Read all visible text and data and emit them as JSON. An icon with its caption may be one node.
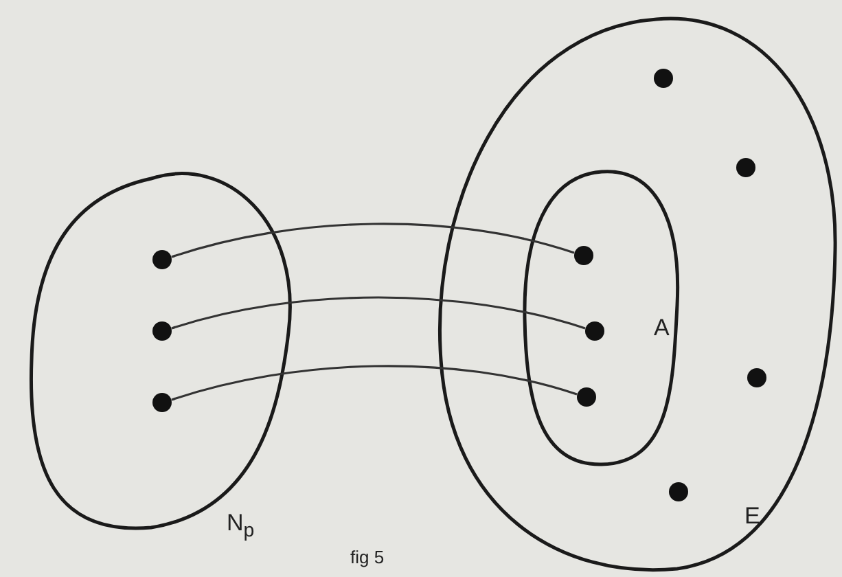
{
  "diagram": {
    "caption": "fig 5",
    "nodes": [
      {
        "text": [
          "N$_{p}$"
        ]
      },
      {
        "text": [],
        "shape": "circle",
        "in": 0
      },
      {
        "text": [],
        "shape": "circle",
        "in": 0
      },
      {
        "text": [],
        "shape": "circle",
        "in": 0
      },
      {
        "text": [
          "E"
        ]
      },
      {
        "text": [
          "A"
        ],
        "in": 4
      },
      {
        "text": [],
        "shape": "circle",
        "in": 4
      },
      {
        "text": [],
        "shape": "circle",
        "in": 4
      },
      {
        "text": [],
        "shape": "circle",
        "in": 5
      },
      {
        "text": [],
        "shape": "circle",
        "in": 5
      },
      {
        "text": [],
        "shape": "circle",
        "in": 5
      },
      {
        "text": [],
        "shape": "circle",
        "in": 4
      },
      {
        "text": [],
        "shape": "circle",
        "in": 4
      }
    ],
    "edges": [
      {
        "from": 1,
        "to": 8,
        "arrow": "none"
      },
      {
        "from": 2,
        "to": 9,
        "arrow": "none"
      },
      {
        "from": 3,
        "to": 10,
        "arrow": "none"
      }
    ]
  }
}
